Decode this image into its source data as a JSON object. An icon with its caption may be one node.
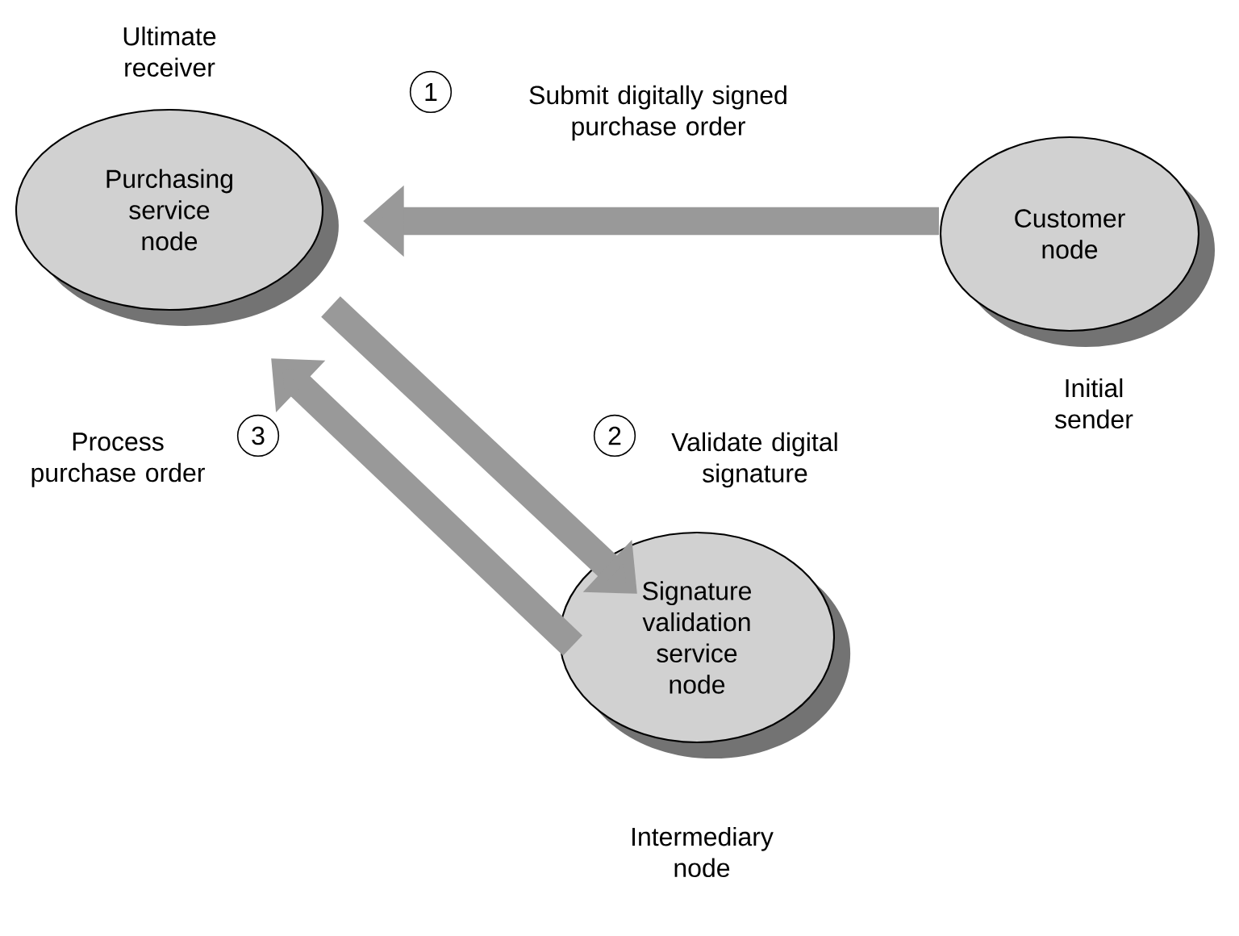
{
  "diagram": {
    "nodes": [
      {
        "text": [
          "Purchasing service node"
        ],
        "beside": [
          "Ultimate receiver"
        ]
      },
      {
        "text": [
          "Customer node"
        ],
        "beside": [
          "Initial sender"
        ]
      },
      {
        "text": [
          "Signature validation service node"
        ],
        "beside": [
          "Intermediary node"
        ]
      }
    ],
    "edges": [
      {
        "from": 1,
        "to": 0,
        "arrow": "to",
        "label": "Submit digitally signed purchase order"
      },
      {
        "from": 0,
        "to": 2,
        "arrow": "to",
        "label": "Validate digital signature"
      },
      {
        "from": 2,
        "to": 0,
        "arrow": "to",
        "label": "Process purchase order"
      }
    ],
    "labels": [
      "1",
      "2",
      "3"
    ]
  }
}
